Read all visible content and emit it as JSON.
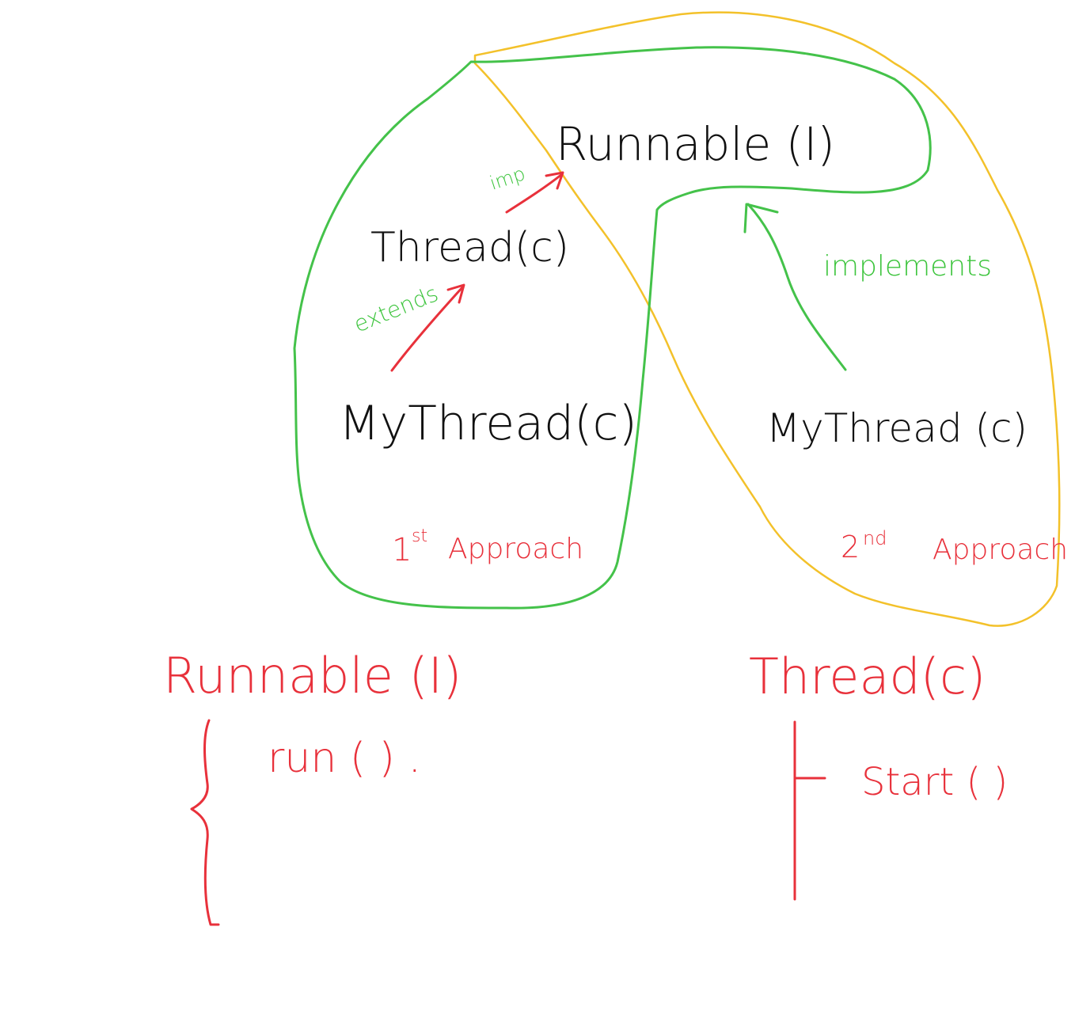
{
  "top_diagram": {
    "runnable_label": "Runnable (I)",
    "thread_label": "Thread(c)",
    "imp_label": "imp",
    "extends_label": "extends",
    "mythread_left_label": "MyThread(c)",
    "mythread_right_label": "MyThread (c)",
    "implements_label": "implements",
    "approach_1_num": "1",
    "approach_1_sup": "st",
    "approach_1_word": "Approach",
    "approach_2_num": "2",
    "approach_2_sup": "nd",
    "approach_2_word": "Approach"
  },
  "bottom_left": {
    "title": "Runnable (I)",
    "method": "run ( ) ."
  },
  "bottom_right": {
    "title": "Thread(c)",
    "method": "Start ( )"
  },
  "colors": {
    "green": "#44c24a",
    "yellow": "#f3c12a",
    "red": "#e8313b",
    "black": "#111111"
  }
}
